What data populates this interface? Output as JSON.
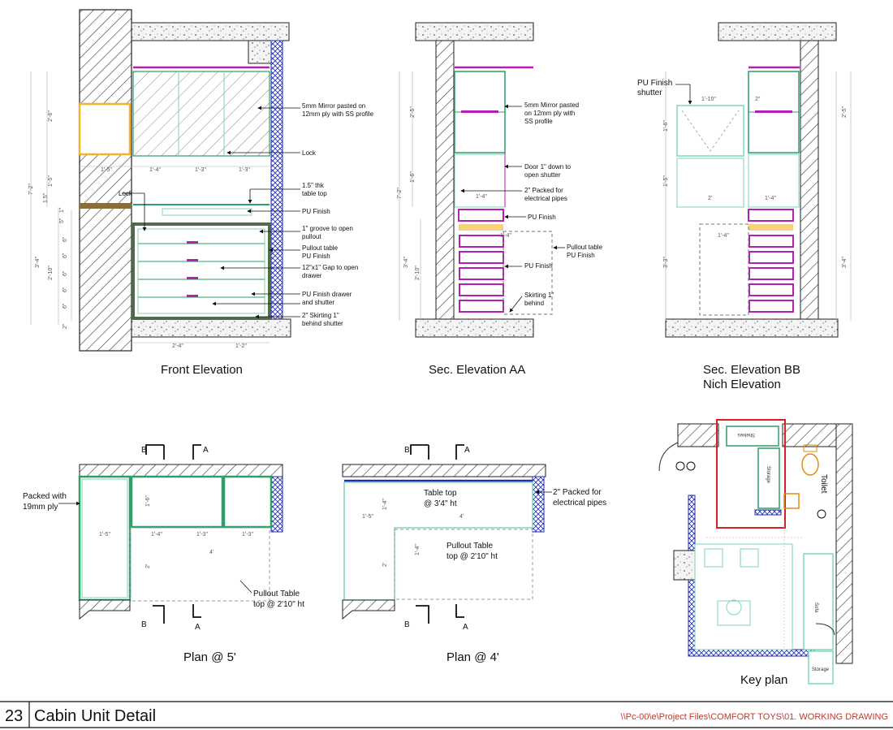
{
  "sheet": {
    "number": "23",
    "title": "Cabin Unit Detail",
    "path": "\\\\Pc-00\\e\\Project Files\\COMFORT TOYS\\01. WORKING DRAWING"
  },
  "front": {
    "title": "Front Elevation",
    "notes": {
      "mirror1": "5mm Mirror pasted on",
      "mirror2": "12mm ply with SS profile",
      "lock_right": "Lock",
      "lock_left": "Lock",
      "tabletop1": "1.5\" thk",
      "tabletop2": "table top",
      "pu1": "PU Finish",
      "groove1": "1\" groove to open",
      "groove2": "pullout",
      "pullout1": "Pullout table",
      "pullout2": "PU Finish",
      "gap1": "12\"x1\" Gap to open",
      "gap2": "drawer",
      "drawer1": "PU Finish drawer",
      "drawer2": "and shutter",
      "skirt1": "2\" Skirting 1\"",
      "skirt2": "behind shutter"
    },
    "dims": {
      "d1": "2'-6\"",
      "d2": "1'-5\"",
      "d3": "1'-5\"",
      "d4": "1'-4\"",
      "d5": "1'-3\"",
      "d6": "1'-3\"",
      "d7": "7'-2\"",
      "d8": "1.5\"",
      "d9": "1\"",
      "d10": "5\"",
      "d11": "6\"",
      "d12": "6\"",
      "d13": "6\"",
      "d14": "6\"",
      "d15": "6\"",
      "d16": "3'-4\"",
      "d17": "2'-10\"",
      "d18": "2\"",
      "d19": "2'-4\"",
      "d20": "1'-2\""
    }
  },
  "secAA": {
    "title": "Sec. Elevation AA",
    "notes": {
      "mirror1": "5mm Mirror pasted",
      "mirror2": "on 12mm ply with",
      "mirror3": "SS profile",
      "door1": "Door 1\" down to",
      "door2": "open shutter",
      "packed1": "2\" Packed for",
      "packed2": "electrical pipes",
      "pu1": "PU Finish",
      "pullout1": "Pullout table",
      "pullout2": "PU Finish",
      "pu2": "PU Finish",
      "skirt1": "Skirting 1\"",
      "skirt2": "behind"
    },
    "dims": {
      "d1": "2'-5\"",
      "d2": "1'-6\"",
      "d3": "7'-2\"",
      "d4": "1'-4\"",
      "d5": "1'-4\"",
      "d6": "3'-4\"",
      "d7": "2'-10\""
    }
  },
  "secBB": {
    "title1": "Sec. Elevation BB",
    "title2": "Nich Elevation",
    "notes": {
      "pu1": "PU Finish",
      "pu2": "shutter"
    },
    "dims": {
      "d1": "1'-10\"",
      "d2": "2\"",
      "d3": "1'-6\"",
      "d4": "1'-5\"",
      "d5": "2'",
      "d6": "1'-4\"",
      "d7": "1'-4\"",
      "d8": "3'-3\"",
      "d9": "2'-5\"",
      "d10": "3'-4\""
    }
  },
  "plan5": {
    "title": "Plan @ 5'",
    "notes": {
      "packed1": "Packed with",
      "packed2": "19mm ply",
      "pull1": "Pullout Table",
      "pull2": "top @ 2'10\" ht"
    },
    "marks": {
      "b": "B",
      "a": "A"
    },
    "dims": {
      "d1": "1'-5\"",
      "d2": "1'-6\"",
      "d3": "1'-4\"",
      "d4": "1'-3\"",
      "d5": "1'-3\"",
      "d6": "4'",
      "d7": "2'"
    }
  },
  "plan4": {
    "title": "Plan @ 4'",
    "notes": {
      "top1": "Table top",
      "top2": "@ 3'4\" ht",
      "packed1": "2\" Packed for",
      "packed2": "electrical pipes",
      "pull1": "Pullout Table",
      "pull2": "top @ 2'10\" ht"
    },
    "marks": {
      "b": "B",
      "a": "A"
    },
    "dims": {
      "d1": "1'-5\"",
      "d2": "4'",
      "d3": "1'-4\"",
      "d4": "1'-4\"",
      "d5": "2'"
    }
  },
  "key": {
    "title": "Key plan",
    "labels": {
      "shelves": "Shelves",
      "storage": "Storage",
      "toilet": "Toilet",
      "sofa": "Sofa",
      "storage2": "Storage"
    }
  },
  "colors": {
    "wood": "#f0b429",
    "green": "#2e9e6a",
    "mint": "#7fd6b6",
    "purple": "#b21fb2",
    "blue": "#1f2bb5",
    "red": "#d81f26",
    "orange": "#e58a14"
  }
}
